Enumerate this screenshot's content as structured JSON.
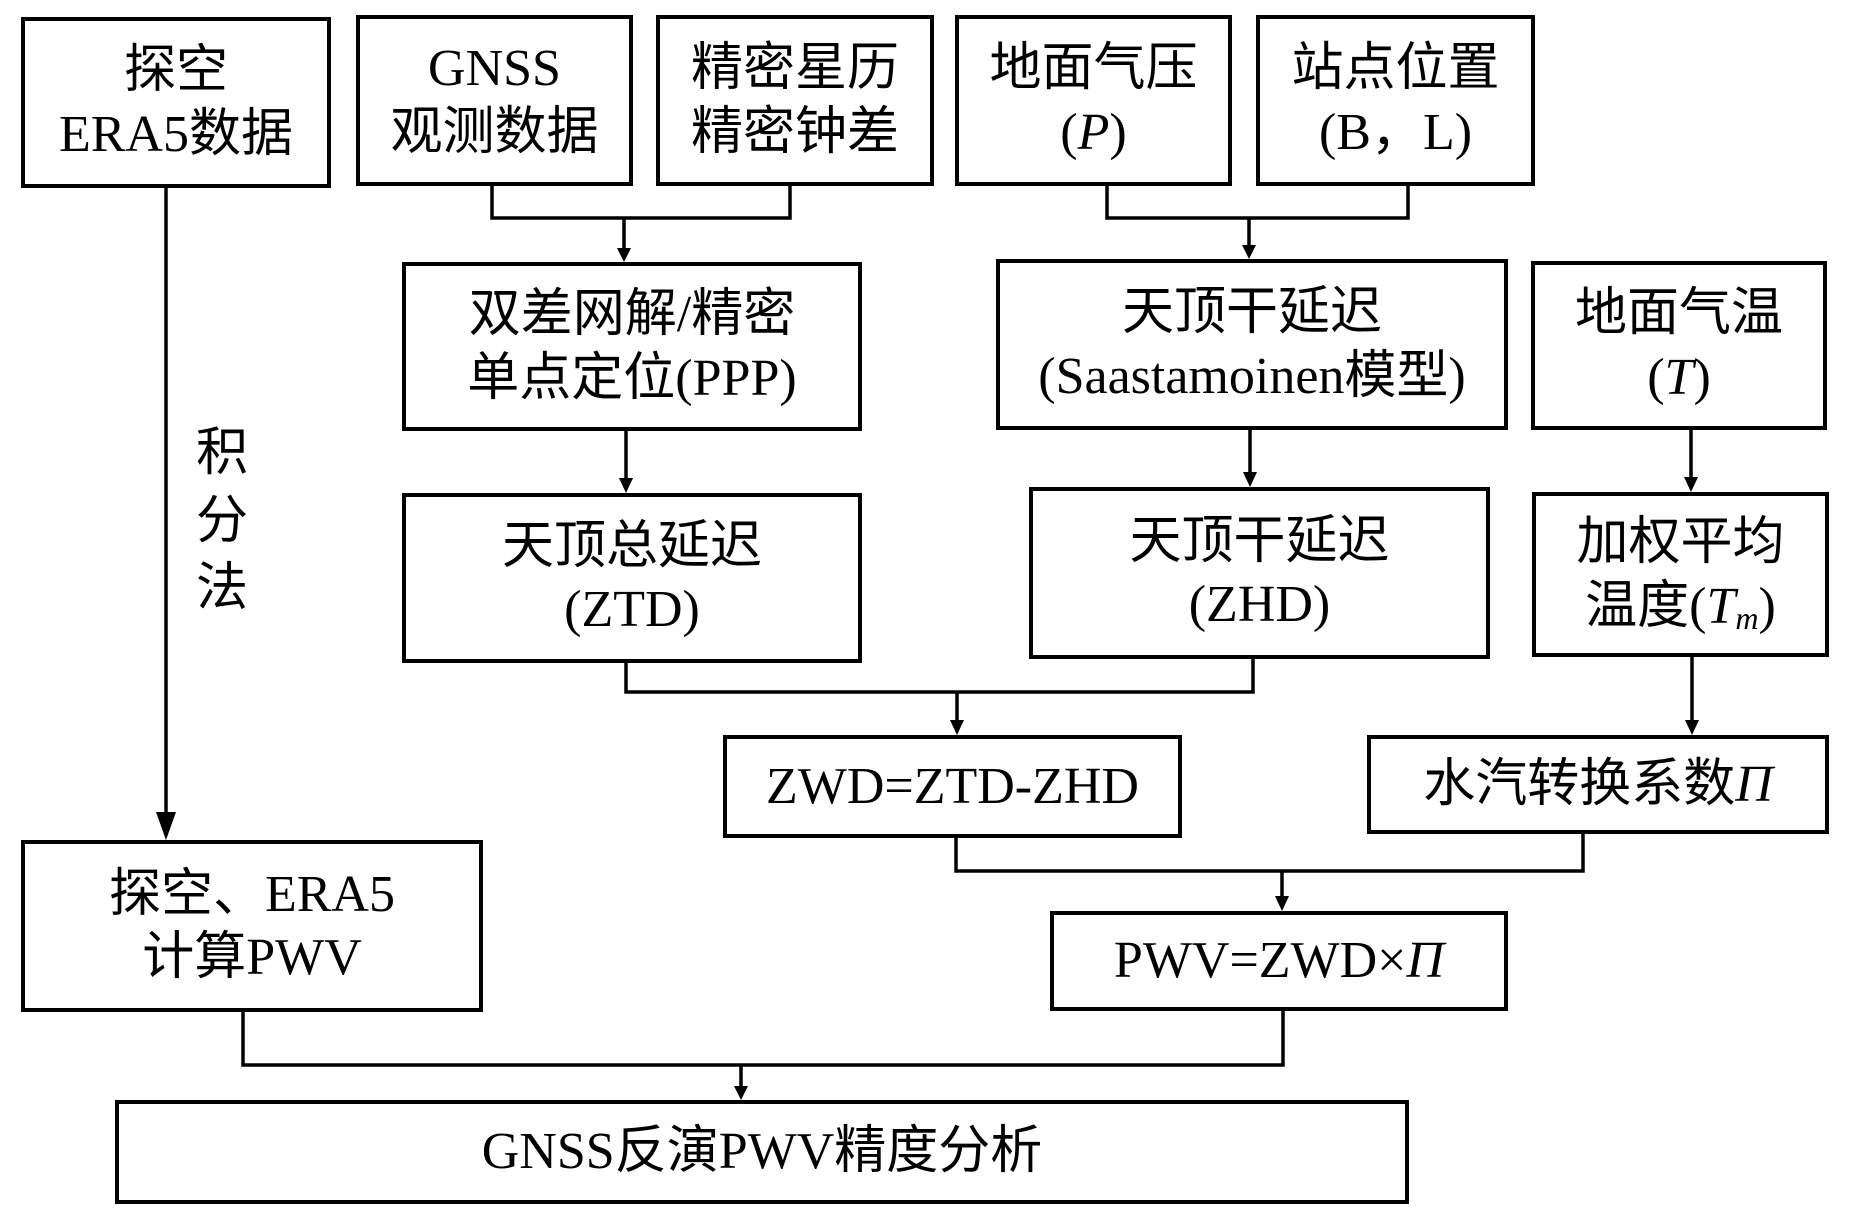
{
  "diagram": {
    "boxes": {
      "sounding_era5_data": {
        "line1": "探空",
        "line2": "ERA5数据"
      },
      "gnss_obs": {
        "line1": "GNSS",
        "line2": "观测数据"
      },
      "precise_orbit_clock": {
        "line1": "精密星历",
        "line2": "精密钟差"
      },
      "surface_pressure": {
        "line1": "地面气压",
        "line2_prefix": "(",
        "line2_var": "P",
        "line2_suffix": ")"
      },
      "station_position": {
        "line1": "站点位置",
        "line2": "(B，L)"
      },
      "ddnet_ppp": {
        "line1": "双差网解/精密",
        "line2": "单点定位(PPP)"
      },
      "zhd_model": {
        "line1": "天顶干延迟",
        "line2": "(Saastamoinen模型)"
      },
      "surface_temp": {
        "line1": "地面气温",
        "line2_prefix": "(",
        "line2_var": "T",
        "line2_suffix": ")"
      },
      "ztd": {
        "line1": "天顶总延迟",
        "line2": "(ZTD)"
      },
      "zhd": {
        "line1": "天顶干延迟",
        "line2": "(ZHD)"
      },
      "tm": {
        "line1": "加权平均",
        "line2_prefix": "温度(",
        "line2_var": "T",
        "line2_sub": "m",
        "line2_suffix": ")"
      },
      "zwd_eq": {
        "line1": "ZWD=ZTD-ZHD"
      },
      "conversion_factor": {
        "line1_text": "水汽转换系数",
        "line1_var": "Π"
      },
      "sounding_era5_pwv": {
        "line1": "探空、ERA5",
        "line2": "计算PWV"
      },
      "pwv_eq": {
        "line1_text": "PWV=ZWD×",
        "line1_var": "Π"
      },
      "accuracy_analysis": {
        "line1": "GNSS反演PWV精度分析"
      }
    },
    "side_label": [
      "积",
      "分",
      "法"
    ]
  }
}
